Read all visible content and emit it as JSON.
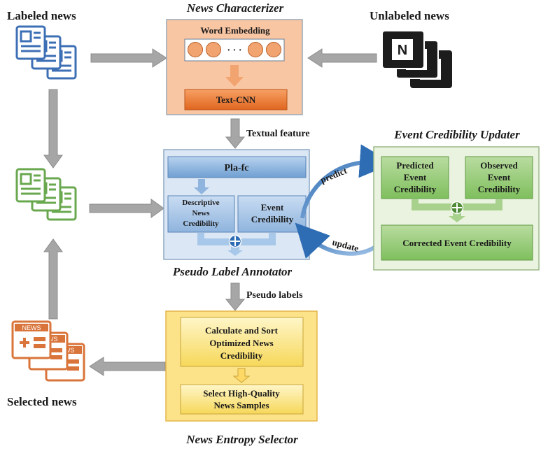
{
  "sources": {
    "labeled": "Labeled news",
    "unlabeled": "Unlabeled news",
    "selected": "Selected news"
  },
  "characterizer": {
    "title": "News Characterizer",
    "embedding": "Word Embedding",
    "dots": "· · ·",
    "cnn": "Text-CNN"
  },
  "flow": {
    "textual_feature": "Textual feature",
    "pseudo_labels": "Pseudo labels",
    "predict": "predict",
    "update": "update"
  },
  "annotator": {
    "title": "Pseudo Label Annotator",
    "plafc": "Pla-fc",
    "desc_line1": "Descriptive",
    "desc_line2": "News",
    "desc_line3": "Credibility",
    "event_line1": "Event",
    "event_line2": "Credibility"
  },
  "updater": {
    "title": "Event Credibility Updater",
    "pred_line1": "Predicted",
    "pred_line2": "Event",
    "pred_line3": "Credibility",
    "obs_line1": "Observed",
    "obs_line2": "Event",
    "obs_line3": "Credibility",
    "corrected": "Corrected Event Credibility"
  },
  "selector": {
    "title": "News Entropy Selector",
    "calc_line1": "Calculate and Sort",
    "calc_line2": "Optimized News",
    "calc_line3": "Credibility",
    "select_line1": "Select High-Quality",
    "select_line2": "News Samples"
  },
  "icons": {
    "news_letter": "N",
    "news_tag": "NEWS"
  },
  "colors": {
    "labeled_blue": "#3d6fb5",
    "green": "#6aa84f",
    "orange": "#d9743a",
    "dark": "#1c1c1c",
    "gray_arrow": "#a6a6a6"
  }
}
